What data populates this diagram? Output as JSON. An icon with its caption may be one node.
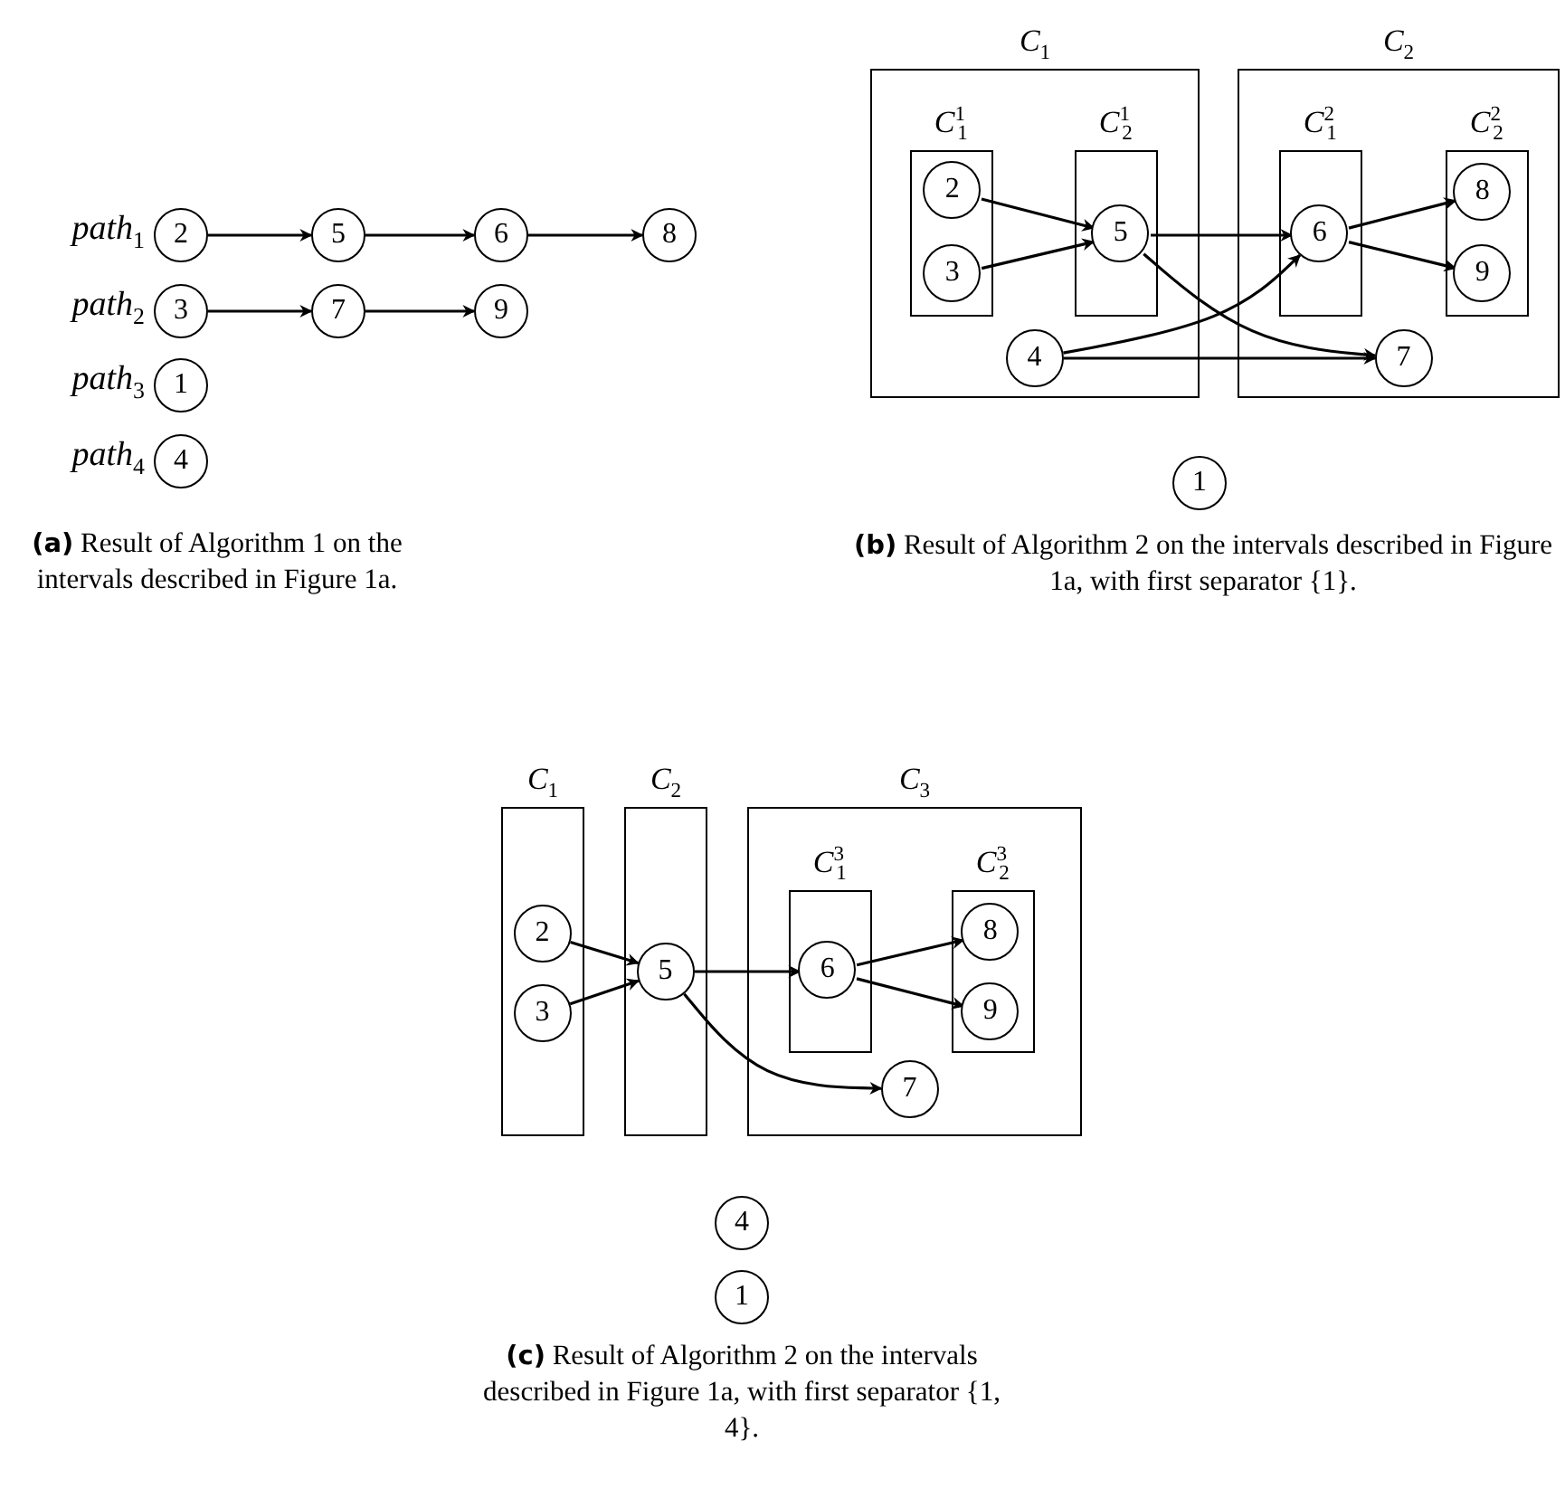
{
  "diagram": {
    "nodes": [
      {
        "text": [
          "2"
        ],
        "beside": [
          "*path*$_{1}$"
        ]
      },
      {
        "text": [
          "5"
        ]
      },
      {
        "text": [
          "6"
        ]
      },
      {
        "text": [
          "8"
        ]
      },
      {
        "text": [
          "3"
        ],
        "beside": [
          "*path*$_{2}$"
        ]
      },
      {
        "text": [
          "7"
        ]
      },
      {
        "text": [
          "9"
        ]
      },
      {
        "text": [
          "1"
        ],
        "beside": [
          "*path*$_{3}$"
        ]
      },
      {
        "text": [
          "4"
        ],
        "beside": [
          "*path*$_{4}$"
        ]
      },
      {
        "text": [
          "*C*$_{1}$"
        ]
      },
      {
        "text": [
          "*C*$^{1}$$_{1}$"
        ],
        "in": 9
      },
      {
        "text": [
          "2"
        ],
        "in": 10
      },
      {
        "text": [
          "3"
        ],
        "in": 10
      },
      {
        "text": [
          "*C*$^{1}$$_{2}$"
        ],
        "in": 9
      },
      {
        "text": [
          "5"
        ],
        "in": 13
      },
      {
        "text": [
          "4"
        ],
        "in": 9
      },
      {
        "text": [
          "*C*$_{2}$"
        ]
      },
      {
        "text": [
          "*C*$^{2}$$_{1}$"
        ],
        "in": 16
      },
      {
        "text": [
          "6"
        ],
        "in": 17
      },
      {
        "text": [
          "*C*$^{2}$$_{2}$"
        ],
        "in": 16
      },
      {
        "text": [
          "8"
        ],
        "in": 19
      },
      {
        "text": [
          "9"
        ],
        "in": 19
      },
      {
        "text": [
          "7"
        ],
        "in": 16
      },
      {
        "text": [
          "1"
        ]
      },
      {
        "text": [
          "*C*$_{1}$"
        ]
      },
      {
        "text": [
          "2"
        ],
        "in": 24
      },
      {
        "text": [
          "3"
        ],
        "in": 24
      },
      {
        "text": [
          "*C*$_{2}$"
        ]
      },
      {
        "text": [
          "5"
        ],
        "in": 27
      },
      {
        "text": [
          "*C*$_{3}$"
        ]
      },
      {
        "text": [
          "*C*$^{3}$$_{1}$"
        ],
        "in": 29
      },
      {
        "text": [
          "6"
        ],
        "in": 30
      },
      {
        "text": [
          "*C*$^{3}$$_{2}$"
        ],
        "in": 29
      },
      {
        "text": [
          "8"
        ],
        "in": 32
      },
      {
        "text": [
          "9"
        ],
        "in": 32
      },
      {
        "text": [
          "7"
        ],
        "in": 29
      },
      {
        "text": [
          "4"
        ]
      },
      {
        "text": [
          "1"
        ]
      }
    ],
    "edges": [
      {
        "from": 0,
        "to": 1,
        "arrow": "to"
      },
      {
        "from": 1,
        "to": 2,
        "arrow": "to"
      },
      {
        "from": 2,
        "to": 3,
        "arrow": "to"
      },
      {
        "from": 4,
        "to": 5,
        "arrow": "to"
      },
      {
        "from": 5,
        "to": 6,
        "arrow": "to"
      },
      {
        "from": 11,
        "to": 14,
        "arrow": "to"
      },
      {
        "from": 12,
        "to": 14,
        "arrow": "to"
      },
      {
        "from": 14,
        "to": 18,
        "arrow": "to"
      },
      {
        "from": 14,
        "to": 22,
        "arrow": "to"
      },
      {
        "from": 15,
        "to": 18,
        "arrow": "to"
      },
      {
        "from": 15,
        "to": 22,
        "arrow": "to"
      },
      {
        "from": 18,
        "to": 20,
        "arrow": "to"
      },
      {
        "from": 18,
        "to": 21,
        "arrow": "to"
      },
      {
        "from": 25,
        "to": 28,
        "arrow": "to"
      },
      {
        "from": 26,
        "to": 28,
        "arrow": "to"
      },
      {
        "from": 28,
        "to": 31,
        "arrow": "to"
      },
      {
        "from": 28,
        "to": 35,
        "arrow": "to"
      },
      {
        "from": 31,
        "to": 33,
        "arrow": "to"
      },
      {
        "from": 31,
        "to": 34,
        "arrow": "to"
      }
    ],
    "labels": [
      "**(a)** Result of Algorithm 1 on the intervals described in Figure 1a.",
      "**(b)** Result of Algorithm 2 on the intervals described in Figure 1a, with first separator {1}.",
      "**(c)** Result of Algorithm 2 on the intervals described in Figure 1a, with first separator {1, 4}."
    ]
  }
}
